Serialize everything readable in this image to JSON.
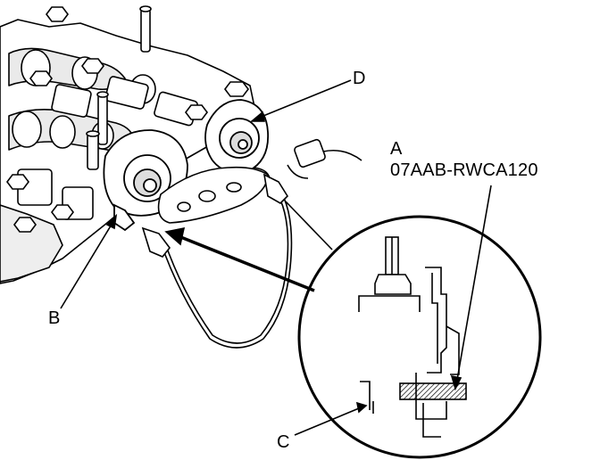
{
  "callouts": {
    "a": "A",
    "a_part_number": "07AAB-RWCA120",
    "b": "B",
    "c": "C",
    "d": "D"
  },
  "colors": {
    "line": "#000000",
    "background": "#ffffff",
    "shade": "#cfcfcf"
  }
}
